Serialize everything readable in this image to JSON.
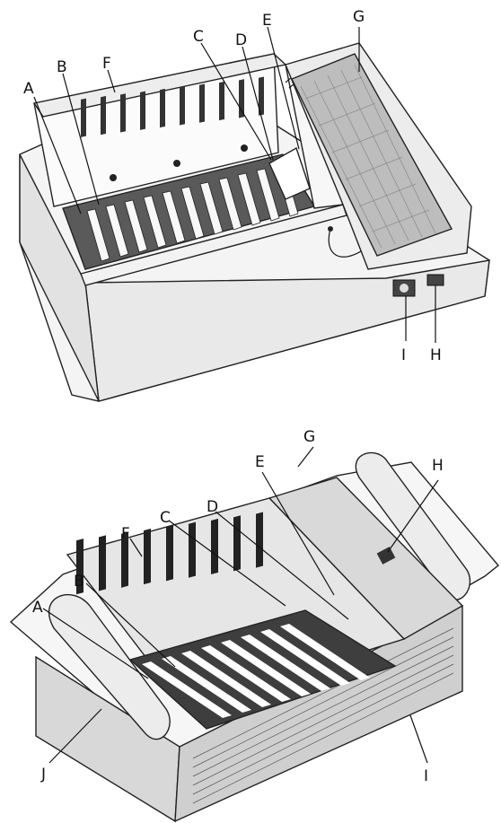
{
  "diagram_top": {
    "labels": {
      "A": "A",
      "B": "B",
      "C": "C",
      "D": "D",
      "E": "E",
      "F": "F",
      "G": "G",
      "H": "H",
      "I": "I"
    }
  },
  "diagram_bottom": {
    "labels": {
      "A": "A",
      "B": "B",
      "C": "C",
      "D": "D",
      "E": "E",
      "F": "F",
      "G": "G",
      "H": "H",
      "I": "I",
      "J": "J"
    }
  }
}
